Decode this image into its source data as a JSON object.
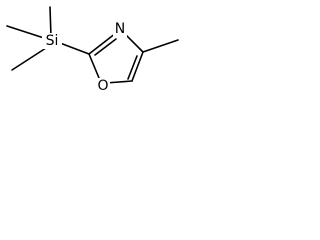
{
  "molecule": {
    "atoms": {
      "si": "Si",
      "n": "N",
      "o": "O"
    }
  },
  "colors": {
    "line": "#000000",
    "background": "#ffffff"
  }
}
